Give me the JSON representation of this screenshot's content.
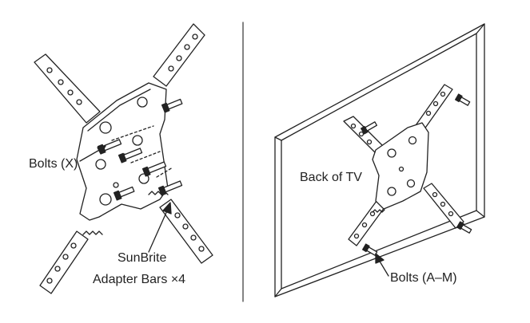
{
  "labels": {
    "bolts_x": "Bolts (X)",
    "adapter_line1": "SunBrite",
    "adapter_line2": "Adapter Bars ×4",
    "back_of_tv": "Back of TV",
    "bolts_am": "Bolts (A–M)"
  },
  "colors": {
    "line": "#222222",
    "fill": "#ffffff",
    "frame_shadow": "#dcdcdc"
  }
}
